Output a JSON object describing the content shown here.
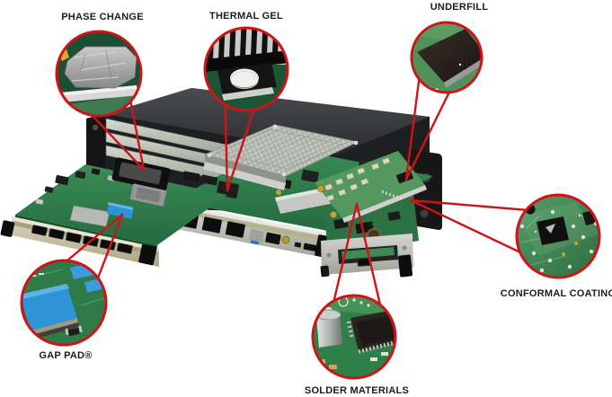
{
  "diagram": {
    "accent_color": "#d01317",
    "label_color": "#1b1c26",
    "callouts": [
      {
        "id": "phase-change",
        "label": "PHASE CHANGE"
      },
      {
        "id": "thermal-gel",
        "label": "THERMAL GEL"
      },
      {
        "id": "underfill",
        "label": "UNDERFILL"
      },
      {
        "id": "gap-pad",
        "label": "GAP PAD®"
      },
      {
        "id": "solder-materials",
        "label": "SOLDER MATERIALS"
      },
      {
        "id": "conformal-coating",
        "label": "CONFORMAL COATING"
      }
    ],
    "colors": {
      "pcb_green": "#2e7d4c",
      "gap_pad_blue": "#2f93d8",
      "chassis_black": "#1e1f21",
      "faceplate_beige": "#c9c3a8",
      "heatsink_gray": "#b9bdb7",
      "thermal_gel_white": "#f0f0ee"
    }
  }
}
